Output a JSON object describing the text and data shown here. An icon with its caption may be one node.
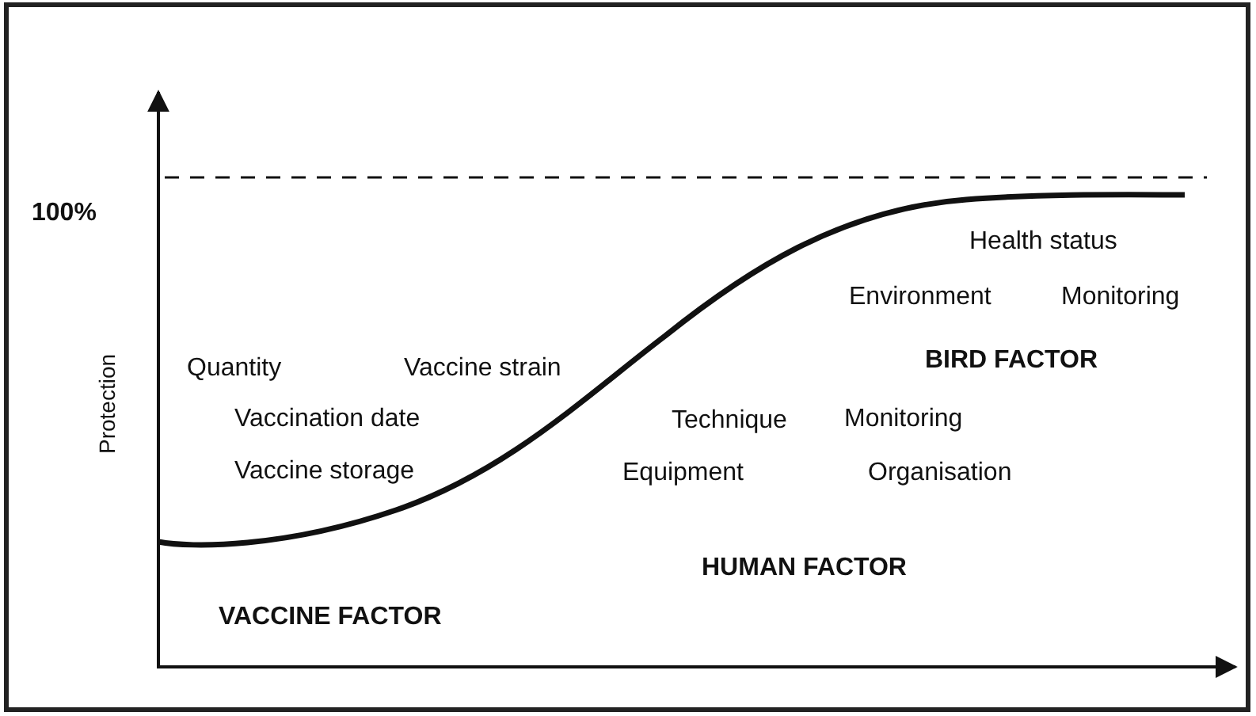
{
  "diagram": {
    "labels": [
      "100%",
      "Health status",
      "Environment",
      "Monitoring",
      "Protection",
      "Quantity",
      "Vaccine strain",
      "BIRD FACTOR",
      "Vaccination date",
      "Technique",
      "Monitoring",
      "Vaccine storage",
      "Equipment",
      "Organisation",
      "HUMAN FACTOR",
      "VACCINE FACTOR"
    ]
  }
}
